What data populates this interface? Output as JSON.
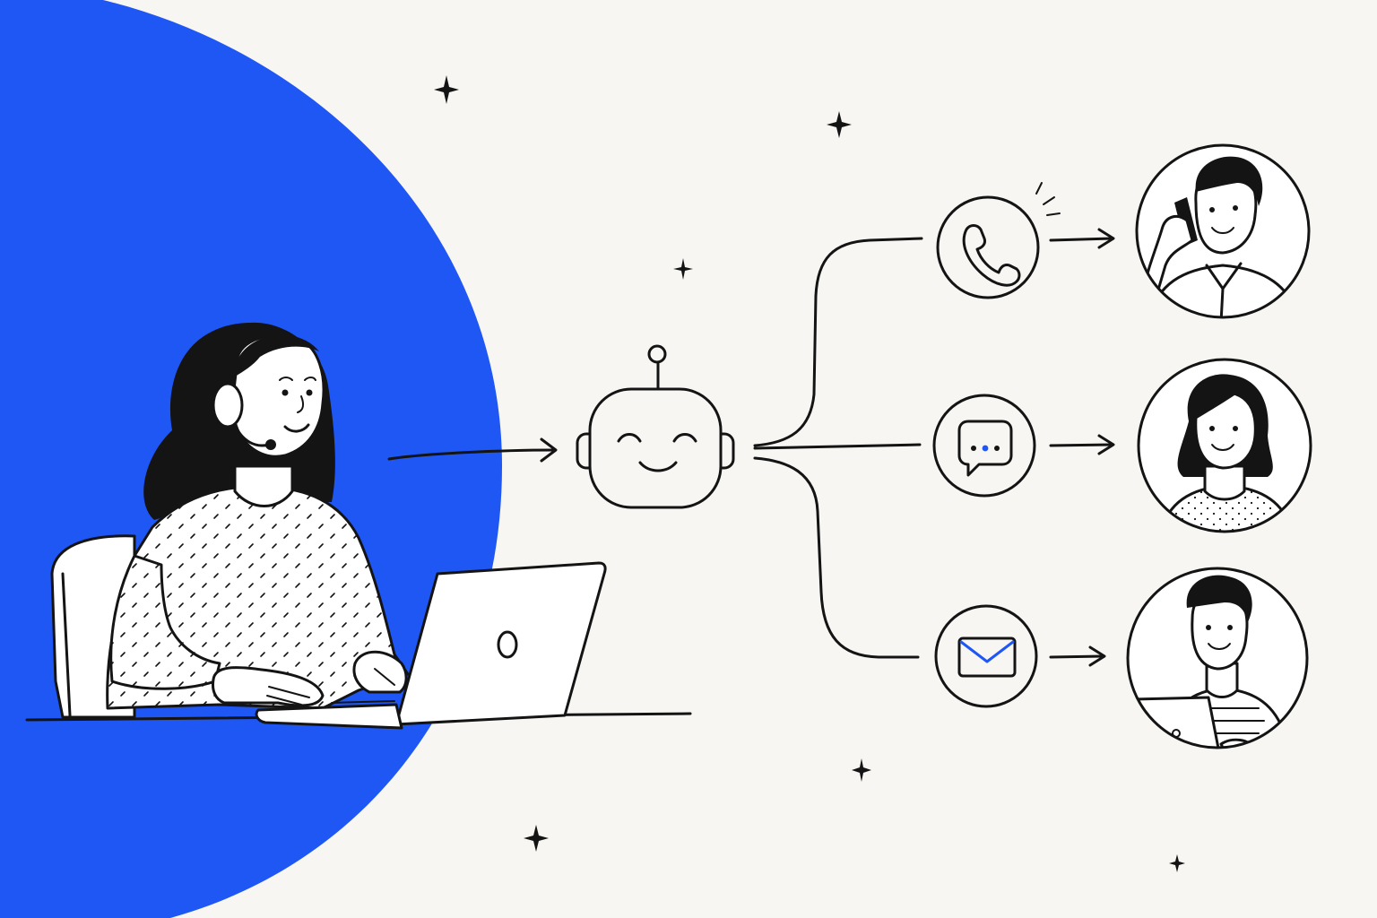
{
  "colors": {
    "background": "#f7f6f3",
    "accent_blue": "#1f57f5",
    "ink": "#141414",
    "white": "#ffffff"
  },
  "icons": {
    "robot": "robot-face-icon",
    "phone": "phone-icon",
    "chat": "chat-bubble-icon",
    "email": "envelope-icon",
    "sparkle": "sparkle-icon"
  },
  "channels": [
    "phone",
    "chat",
    "email"
  ],
  "recipients": [
    "man-on-phone",
    "woman",
    "man-with-laptop"
  ]
}
